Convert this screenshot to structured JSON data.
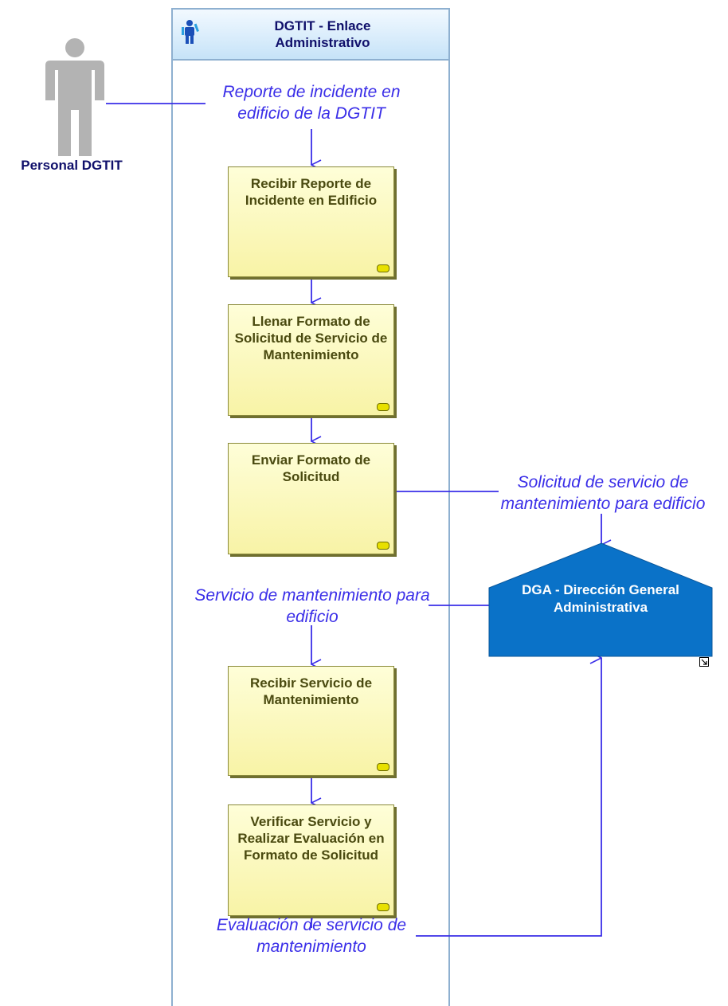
{
  "lane": {
    "title": "DGTIT - Enlace Administrativo"
  },
  "actor": {
    "label": "Personal DGTIT"
  },
  "activities": [
    {
      "label": "Recibir Reporte de Incidente en Edificio"
    },
    {
      "label": "Llenar Formato de Solicitud de Servicio de Mantenimiento"
    },
    {
      "label": "Enviar Formato de Solicitud"
    },
    {
      "label": "Recibir Servicio de Mantenimiento"
    },
    {
      "label": "Verificar Servicio y Realizar Evaluación en Formato de Solicitud"
    }
  ],
  "flows": {
    "report": "Reporte de incidente en edificio de la DGTIT",
    "request": "Solicitud de servicio de mantenimiento para edificio",
    "service": "Servicio de mantenimiento para edificio",
    "evaluation": "Evaluación de servicio de mantenimiento"
  },
  "external": {
    "label": "DGA - Dirección General Administrativa"
  },
  "colors": {
    "connector": "#3a2ee8",
    "activity_fill": "#f8f3a6",
    "external_fill": "#0a72c8",
    "lane_border": "#8eb0d0",
    "title_text": "#10106b"
  },
  "icons": [
    "person-icon",
    "actor-icon",
    "subprocess-icon",
    "expand-icon"
  ]
}
